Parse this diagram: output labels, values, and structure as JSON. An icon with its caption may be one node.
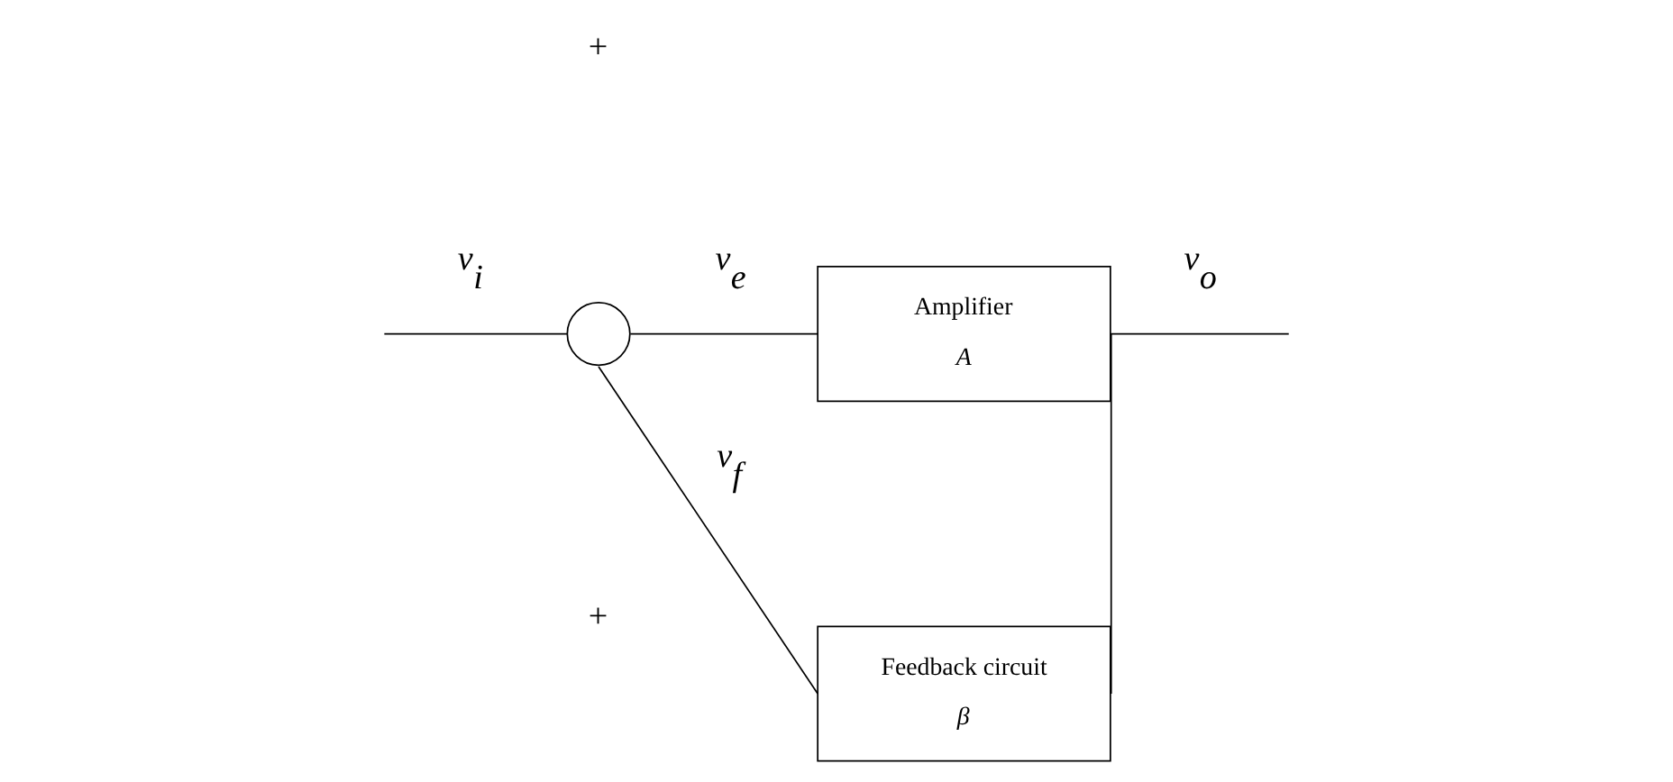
{
  "diagram": {
    "nodes": [
      {
        "text": [],
        "shape": "circle"
      },
      {
        "text": [
          "Amplifier",
          "A"
        ]
      },
      {
        "text": [
          "Feedback circuit",
          "β"
        ]
      }
    ],
    "edges": [
      {
        "from": null,
        "to": 0,
        "arrow": "none",
        "label": "v$_{i}$"
      },
      {
        "from": 0,
        "to": 1,
        "arrow": "none",
        "label": "v$_{e}$"
      },
      {
        "from": 1,
        "to": null,
        "arrow": "none",
        "label": "v$_{o}$"
      },
      {
        "from": 1,
        "to": 2,
        "arrow": "none"
      },
      {
        "from": 2,
        "to": 0,
        "arrow": "none",
        "label": "v$_{f}$"
      }
    ],
    "labels": [
      "+",
      "+"
    ]
  }
}
